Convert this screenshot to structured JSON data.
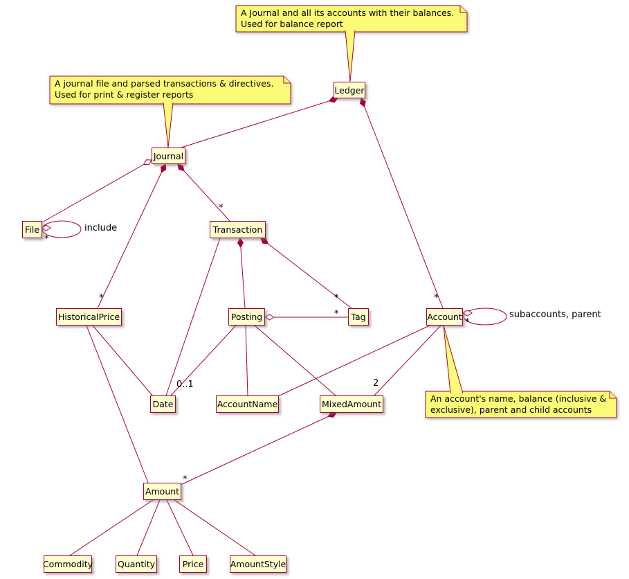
{
  "colors": {
    "class_fill": "#FEFECE",
    "note_fill": "#FBFB77",
    "line": "#A80036",
    "text": "#000000",
    "background": "#FFFFFF"
  },
  "classes": {
    "ledger": {
      "label": "Ledger"
    },
    "journal": {
      "label": "Journal"
    },
    "file": {
      "label": "File"
    },
    "transaction": {
      "label": "Transaction"
    },
    "historical_price": {
      "label": "HistoricalPrice"
    },
    "posting": {
      "label": "Posting"
    },
    "tag": {
      "label": "Tag"
    },
    "account": {
      "label": "Account"
    },
    "date": {
      "label": "Date"
    },
    "account_name": {
      "label": "AccountName"
    },
    "mixed_amount": {
      "label": "MixedAmount"
    },
    "amount": {
      "label": "Amount"
    },
    "commodity": {
      "label": "Commodity"
    },
    "quantity": {
      "label": "Quantity"
    },
    "price": {
      "label": "Price"
    },
    "amount_style": {
      "label": "AmountStyle"
    }
  },
  "notes": {
    "ledger_note": {
      "text": "A Journal and all its accounts with their balances.\nUsed for balance report"
    },
    "journal_note": {
      "text": "A journal file and parsed transactions & directives.\nUsed for print & register reports"
    },
    "account_note": {
      "text": "An account's name, balance (inclusive &\nexclusive), parent and child accounts"
    }
  },
  "labels": {
    "include": "include",
    "subaccounts_parent": "subaccounts, parent",
    "file_self_mult": "*",
    "journal_transaction_mult": "*",
    "journal_historicalprice_mult": "*",
    "ledger_account_mult": "*",
    "transaction_tag_mult": "*",
    "posting_tag_mult": "*",
    "account_self_mult": "*",
    "posting_date_mult": "0..1",
    "account_mixedamount_mult": "2",
    "mixedamount_amount_mult": "*"
  },
  "relationships": [
    {
      "from": "Ledger",
      "to": "Journal",
      "type": "composition"
    },
    {
      "from": "Ledger",
      "to": "Account",
      "type": "composition",
      "multiplicity": "*"
    },
    {
      "from": "Journal",
      "to": "File",
      "type": "aggregation"
    },
    {
      "from": "File",
      "to": "File",
      "type": "aggregation",
      "label": "include",
      "multiplicity": "*"
    },
    {
      "from": "Journal",
      "to": "Transaction",
      "type": "composition",
      "multiplicity": "*"
    },
    {
      "from": "Journal",
      "to": "HistoricalPrice",
      "type": "composition",
      "multiplicity": "*"
    },
    {
      "from": "Transaction",
      "to": "Posting",
      "type": "composition"
    },
    {
      "from": "Transaction",
      "to": "Tag",
      "type": "composition",
      "multiplicity": "*"
    },
    {
      "from": "Transaction",
      "to": "Date",
      "type": "association"
    },
    {
      "from": "Posting",
      "to": "Tag",
      "type": "aggregation",
      "multiplicity": "*"
    },
    {
      "from": "Posting",
      "to": "Date",
      "type": "association",
      "multiplicity": "0..1"
    },
    {
      "from": "Posting",
      "to": "AccountName",
      "type": "association"
    },
    {
      "from": "Posting",
      "to": "MixedAmount",
      "type": "association"
    },
    {
      "from": "Account",
      "to": "Account",
      "type": "aggregation",
      "label": "subaccounts, parent",
      "multiplicity": "*"
    },
    {
      "from": "Account",
      "to": "AccountName",
      "type": "association"
    },
    {
      "from": "Account",
      "to": "MixedAmount",
      "type": "association",
      "multiplicity": "2"
    },
    {
      "from": "MixedAmount",
      "to": "Amount",
      "type": "composition",
      "multiplicity": "*"
    },
    {
      "from": "HistoricalPrice",
      "to": "Date",
      "type": "association"
    },
    {
      "from": "HistoricalPrice",
      "to": "Amount",
      "type": "association"
    },
    {
      "from": "Amount",
      "to": "Commodity",
      "type": "association"
    },
    {
      "from": "Amount",
      "to": "Quantity",
      "type": "association"
    },
    {
      "from": "Amount",
      "to": "Price",
      "type": "association"
    },
    {
      "from": "Amount",
      "to": "AmountStyle",
      "type": "association"
    }
  ]
}
